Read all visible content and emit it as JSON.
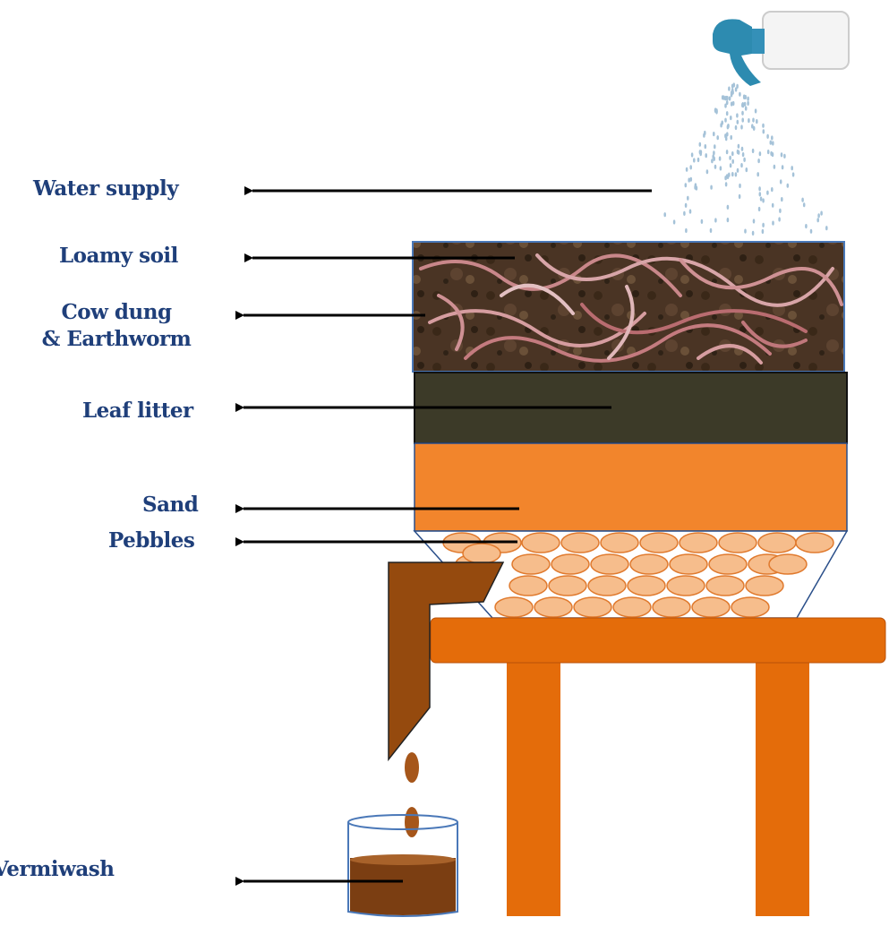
{
  "labels": {
    "water_supply": "Water supply",
    "loamy_soil": "Loamy soil",
    "cow_dung_line1": "Cow dung",
    "cow_dung_line2": "& Earthworm",
    "leaf_litter": "Leaf litter",
    "sand": "Sand",
    "pebbles": "Pebbles",
    "vermiwash": "Vermiwash"
  },
  "icons": {
    "sprayer": "spray-bottle-icon",
    "glass": "beaker-icon"
  },
  "colors": {
    "label_text": "#1f3f7a",
    "leaf_litter": "#3c3a28",
    "sand": "#f2852c",
    "pebble": "#f6bd8c",
    "pebble_stroke": "#e07a2e",
    "stool": "#e46c0a",
    "spout": "#954a0e",
    "vermiwash": "#7b3e12",
    "sprayer_head": "#2d8bb0",
    "arrow": "#000000"
  }
}
